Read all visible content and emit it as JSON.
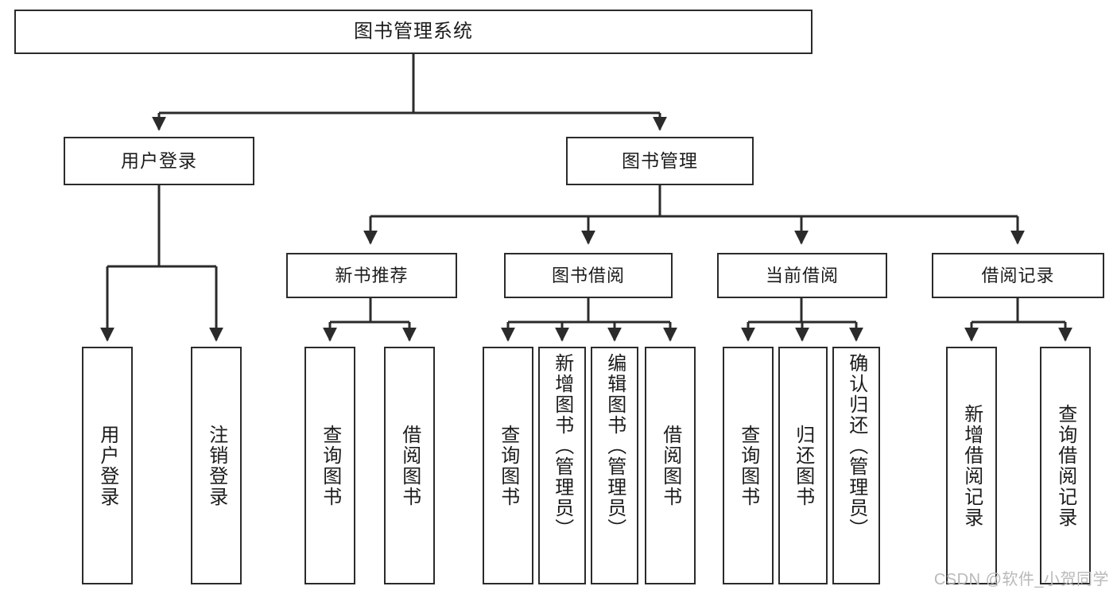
{
  "diagram": {
    "title_node": {
      "label": "图书管理系统"
    },
    "level2": [
      {
        "id": "user-login",
        "label": "用户登录"
      },
      {
        "id": "book-manage",
        "label": "图书管理"
      }
    ],
    "level3": [
      {
        "id": "new-book-recommend",
        "label": "新书推荐"
      },
      {
        "id": "book-borrow",
        "label": "图书借阅"
      },
      {
        "id": "current-borrow",
        "label": "当前借阅"
      },
      {
        "id": "borrow-record",
        "label": "借阅记录"
      }
    ],
    "leaves": {
      "user_login": [
        {
          "id": "leaf-user-login",
          "label": "用户登录"
        },
        {
          "id": "leaf-logout-login",
          "label": "注销登录"
        }
      ],
      "new_book_recommend": [
        {
          "id": "leaf-query-book-1",
          "label": "查询图书"
        },
        {
          "id": "leaf-borrow-book-1",
          "label": "借阅图书"
        }
      ],
      "book_borrow": [
        {
          "id": "leaf-query-book-2",
          "label": "查询图书"
        },
        {
          "id": "leaf-add-book",
          "label": "新增图书（管理员）"
        },
        {
          "id": "leaf-edit-book",
          "label": "编辑图书（管理员）"
        },
        {
          "id": "leaf-borrow-book-2",
          "label": "借阅图书"
        }
      ],
      "current_borrow": [
        {
          "id": "leaf-query-book-3",
          "label": "查询图书"
        },
        {
          "id": "leaf-return-book",
          "label": "归还图书"
        },
        {
          "id": "leaf-confirm-return",
          "label": "确认归还（管理员）"
        }
      ],
      "borrow_record": [
        {
          "id": "leaf-add-record",
          "label": "新增借阅记录"
        },
        {
          "id": "leaf-query-record",
          "label": "查询借阅记录"
        }
      ]
    }
  },
  "watermark": {
    "text": "CSDN @软件_小贺同学"
  },
  "colors": {
    "stroke": "#2b2b2b",
    "box_fill": "#ffffff",
    "text": "#1c1c1c",
    "watermark": "#b9b9b9",
    "background": "#ffffff"
  }
}
